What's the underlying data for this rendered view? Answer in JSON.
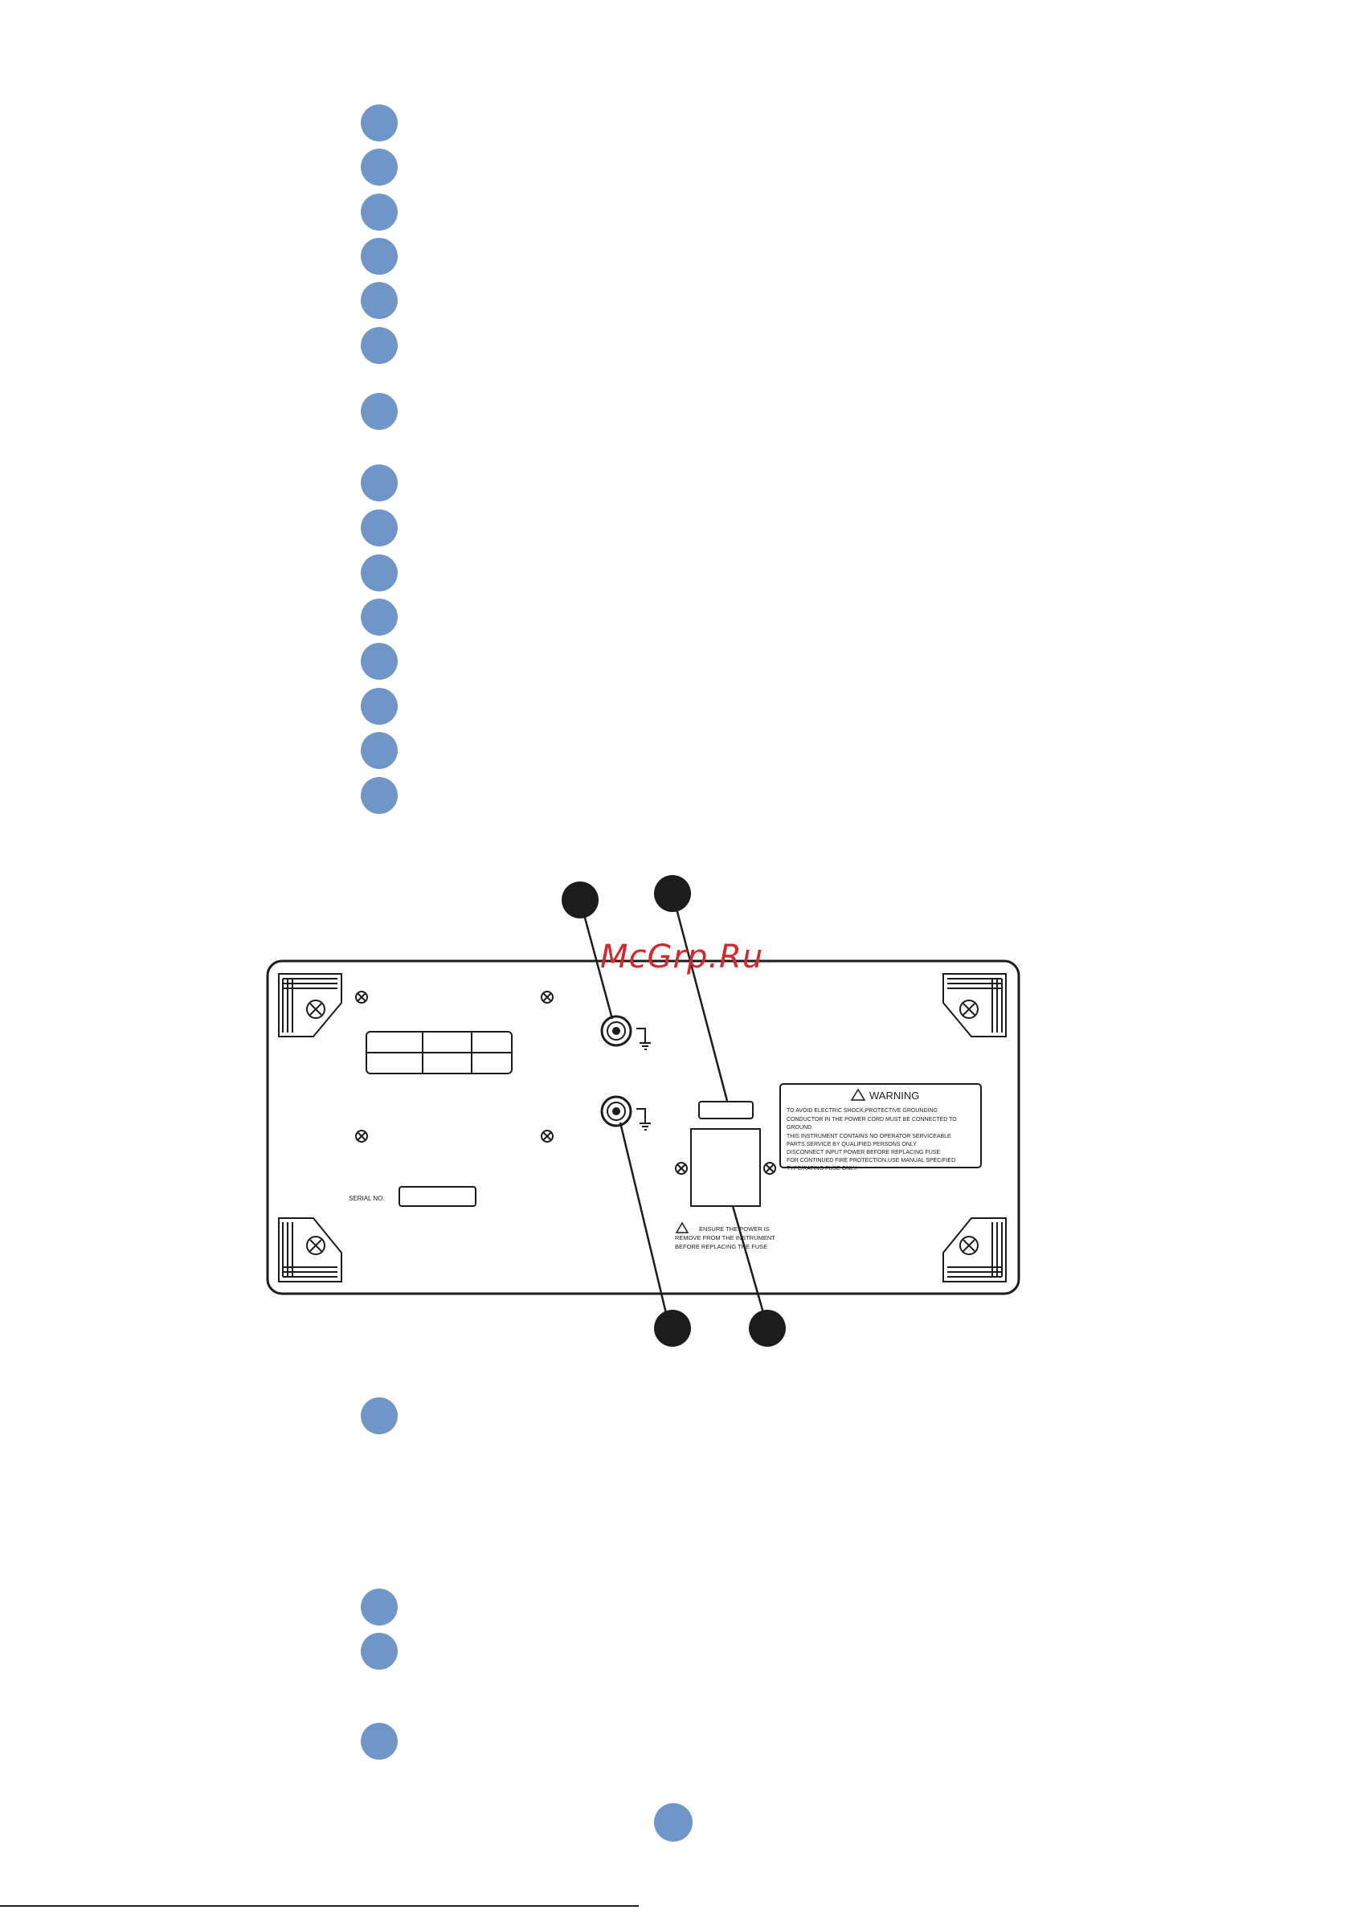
{
  "watermark": "McGrp.Ru",
  "panel": {
    "warning_title": "WARNING",
    "warning_lines": [
      "TO AVOID ELECTRIC SHOCK,PROTECTIVE GROUNDING",
      "CONDUCTOR IN THE POWER CORD MUST BE CONNECTED TO",
      "GROUND.",
      "THIS INSTRUMENT CONTAINS NO OPERATOR SERVICEABLE",
      "PARTS.SERVICE BY QUALIFIED PERSONS ONLY.",
      "DISCONNECT INPUT POWER BEFORE REPLACING FUSE.",
      "FOR CONTINUED FIRE PROTECTION,USE MANUAL SPECIFIED",
      "TYPE/RATING FUSE ONLY."
    ],
    "fuse_note_lines": [
      "ENSURE THE POWER IS",
      "REMOVE FROM THE INSTRUMENT",
      "BEFORE REPLACING THE FUSE"
    ],
    "serial_label": "SERIAL NO."
  },
  "colors": {
    "bullet": "#7096c8",
    "callout": "#1c1c1c",
    "watermark": "#d8262a"
  }
}
